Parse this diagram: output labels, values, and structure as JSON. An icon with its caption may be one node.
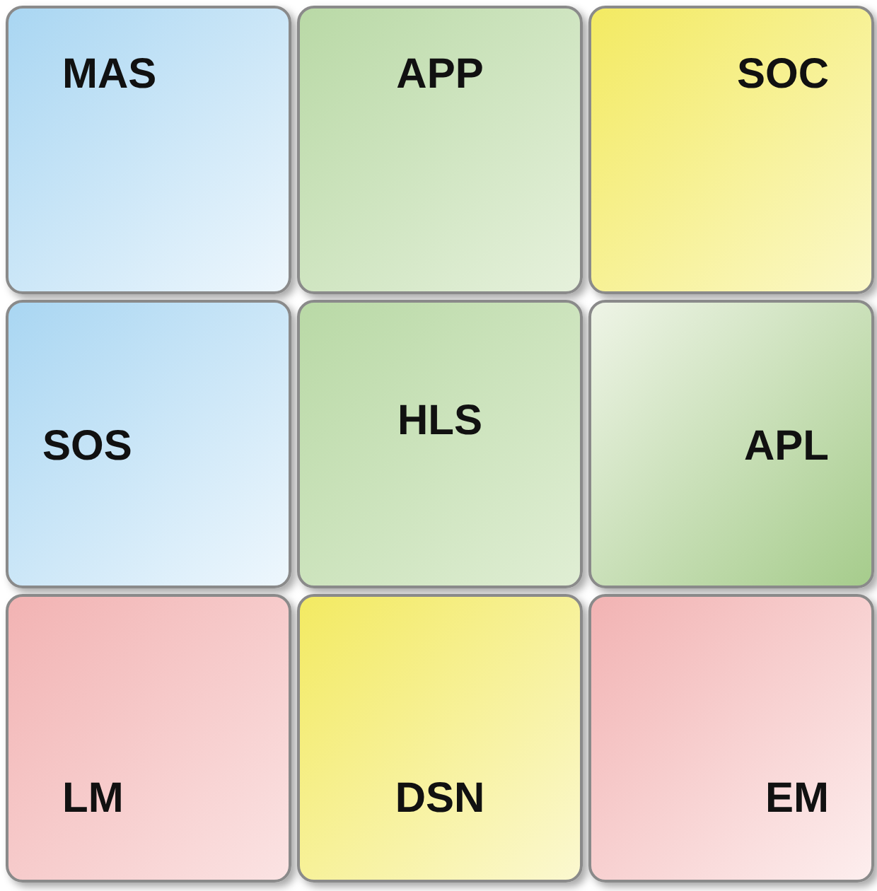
{
  "diagram": {
    "nodes": [
      {
        "text": [
          "MAS"
        ]
      },
      {
        "text": [
          "APP"
        ]
      },
      {
        "text": [
          "SOC"
        ]
      },
      {
        "text": [
          "SOS"
        ]
      },
      {
        "text": [
          "HLS"
        ]
      },
      {
        "text": [
          "APL"
        ]
      },
      {
        "text": [
          "LM"
        ]
      },
      {
        "text": [
          "DSN"
        ]
      },
      {
        "text": [
          "EM"
        ]
      }
    ]
  }
}
